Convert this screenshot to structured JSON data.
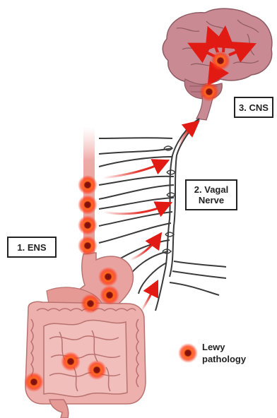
{
  "labels": {
    "ens": "1. ENS",
    "vagal_line1": "2. Vagal",
    "vagal_line2": "Nerve",
    "cns": "3. CNS"
  },
  "legend": {
    "line1": "Lewy",
    "line2": "pathology"
  },
  "colors": {
    "lewy_core": "#7a1010",
    "lewy_glow": "#ff3b1a",
    "arrow": "#e11b14",
    "nerve": "#3a3a3a",
    "brain": "#c98a93",
    "gut": "#e8a3a0"
  }
}
